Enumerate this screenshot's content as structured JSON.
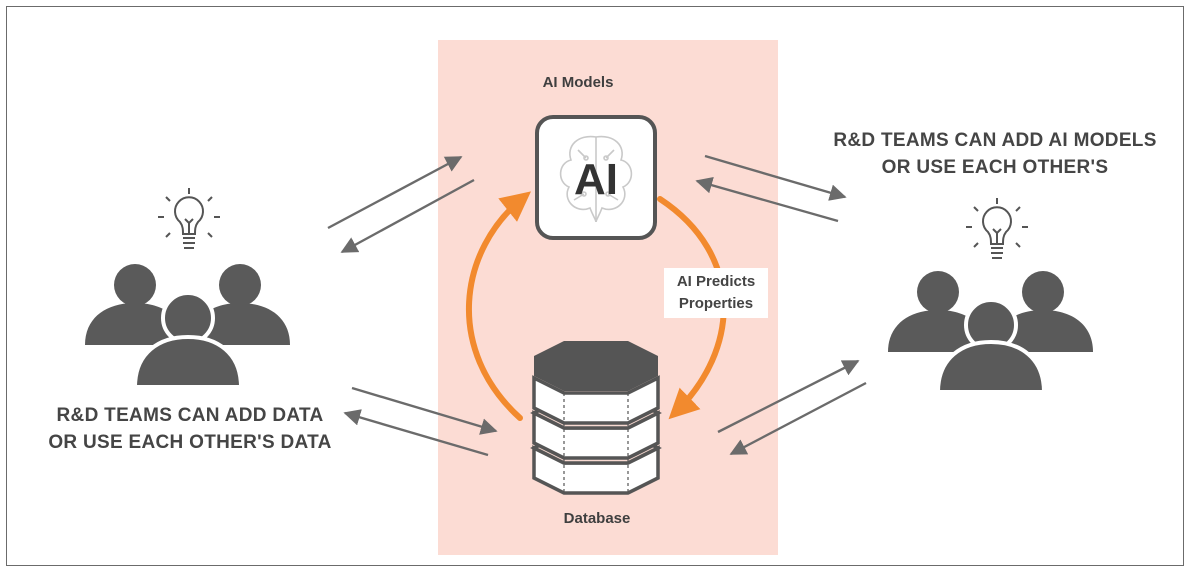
{
  "diagram": {
    "models_label": "AI Models",
    "ai_text": "AI",
    "database_label": "Database",
    "predicts_line1": "AI Predicts",
    "predicts_line2": "Properties",
    "left_caption_line1": "R&D TEAMS CAN ADD DATA",
    "left_caption_line2": "OR USE EACH OTHER'S DATA",
    "right_caption_line1": "R&D TEAMS CAN ADD AI MODELS",
    "right_caption_line2": "OR USE EACH OTHER'S"
  },
  "colors": {
    "panel": "#fcdcd4",
    "accent_orange": "#f28a2e",
    "icon_gray": "#5a5a5a",
    "arrow_gray": "#6b6b6b"
  },
  "icons": [
    "lightbulb-icon",
    "team-icon",
    "ai-brain-icon",
    "database-stack-icon"
  ]
}
